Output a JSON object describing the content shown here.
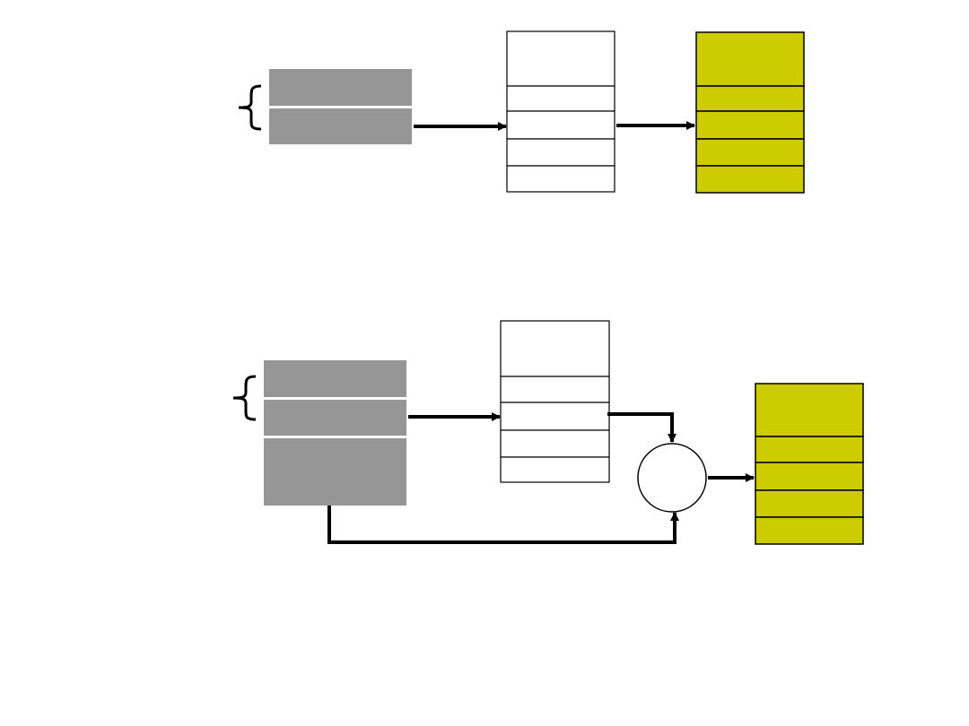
{
  "colors": {
    "background": "#ffffff",
    "register_fill": "#969696",
    "table_fill": "#ffffff",
    "memory_fill": "#cccc00",
    "stroke": "#000000"
  },
  "diagrams": [
    {
      "id": "direct-mapping",
      "register": {
        "fields": 2,
        "fill": "register_fill"
      },
      "page_table": {
        "rows": 5,
        "fill": "table_fill"
      },
      "memory": {
        "rows": 5,
        "fill": "memory_fill"
      },
      "has_adder": false
    },
    {
      "id": "mapping-with-offset",
      "register": {
        "fields": 3,
        "fill": "register_fill"
      },
      "page_table": {
        "rows": 5,
        "fill": "table_fill"
      },
      "memory": {
        "rows": 5,
        "fill": "memory_fill"
      },
      "has_adder": true
    }
  ],
  "icons": {
    "brace": "left-curly-brace-icon",
    "adder": "adder-circle-icon",
    "arrow": "arrow-right-icon"
  }
}
